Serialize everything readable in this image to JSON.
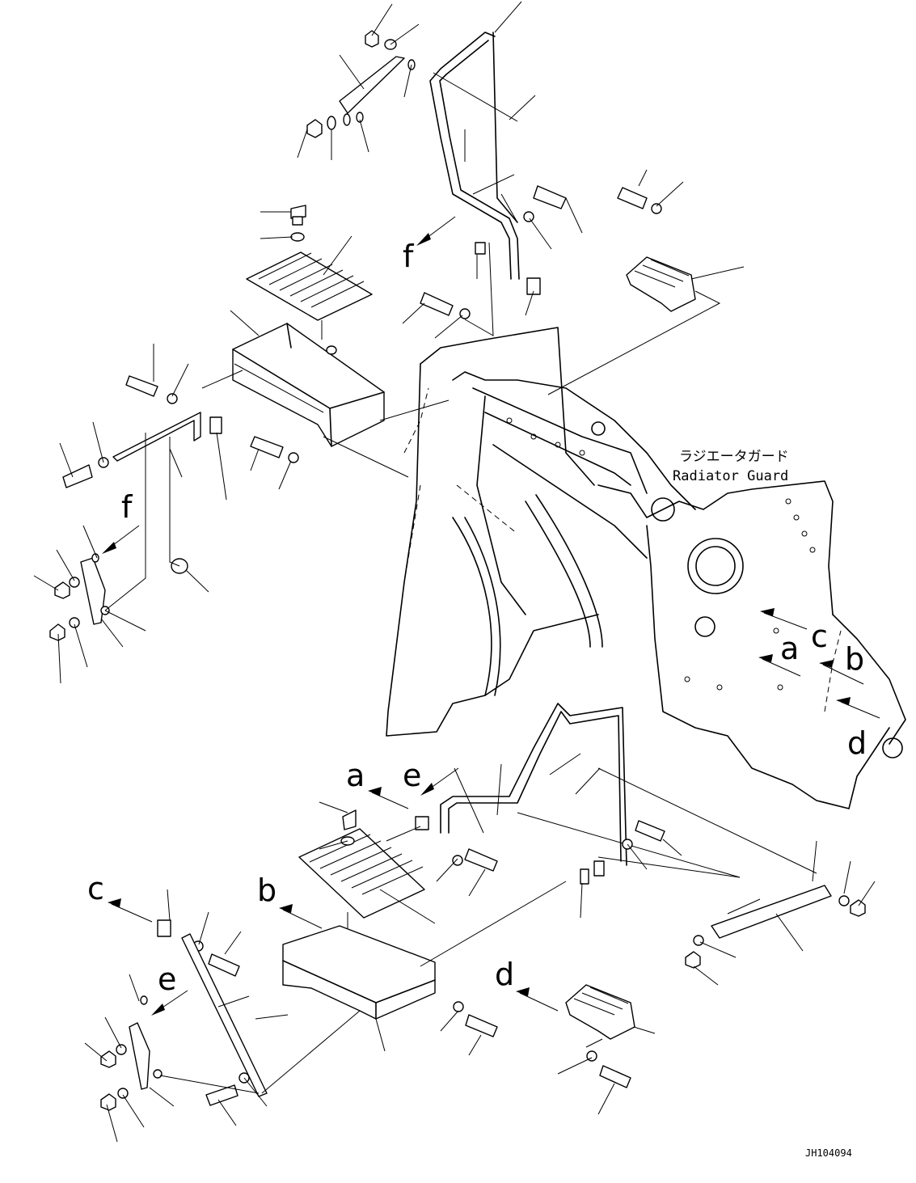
{
  "labels": {
    "radiator_guard_jp": "ラジエータガード",
    "radiator_guard_en": "Radiator Guard",
    "doc_id": "JH104094"
  },
  "callouts": {
    "a": "a",
    "b": "b",
    "c": "c",
    "d": "d",
    "e": "e",
    "f": "f"
  }
}
